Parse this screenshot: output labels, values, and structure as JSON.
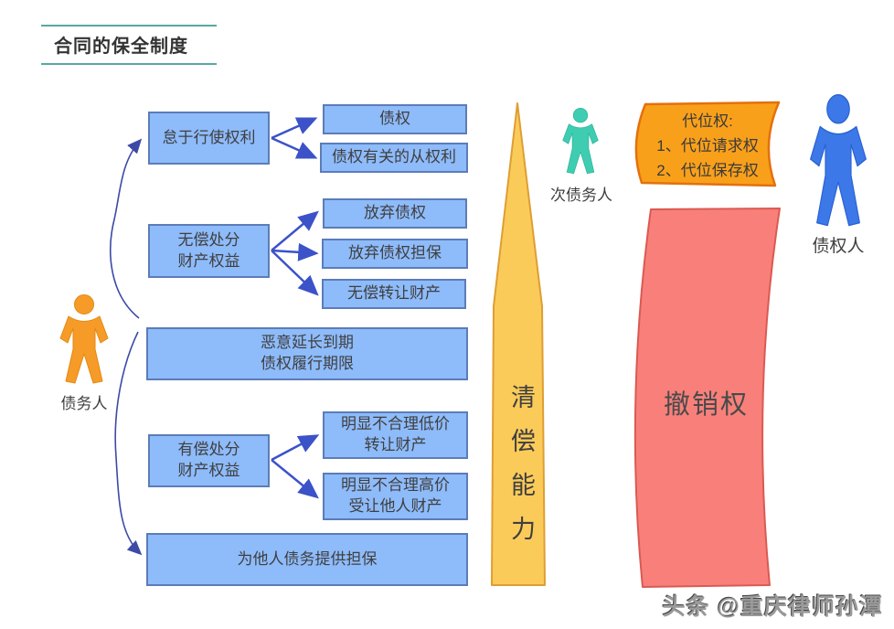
{
  "page": {
    "title": "合同的保全制度",
    "watermark": "头条 @重庆律师孙潭"
  },
  "colors": {
    "title_accent": "#58a8a3",
    "box_fill": "#8ebbfa",
    "box_border": "#5c7cb8",
    "arrow_blue": "#3b52c9",
    "connector_indigo": "#3c4aa6",
    "capacity_fill": "#fbcb5a",
    "capacity_border": "#de9e33",
    "subrogation_fill": "#f9a01b",
    "subrogation_border": "#e4700d",
    "revocation_fill": "#f9807a",
    "revocation_border": "#da5a52",
    "debtor_color": "#f79b28",
    "sub_debtor_color": "#3fcdb2",
    "creditor_color": "#3c78e8"
  },
  "actors": {
    "debtor": {
      "label": "债务人"
    },
    "sub_debtor": {
      "label": "次债务人"
    },
    "creditor": {
      "label": "债权人"
    }
  },
  "preservation": {
    "idle": {
      "label": "怠于行使权利",
      "children": {
        "claim": "债权",
        "accessory": "债权有关的从权利"
      }
    },
    "gratuitous": {
      "label": "无偿处分\n财产权益",
      "children": {
        "waive": "放弃债权",
        "waive_guarantee": "放弃债权担保",
        "transfer_free": "无偿转让财产"
      }
    },
    "malicious": {
      "label": "恶意延长到期\n债权履行期限"
    },
    "paid": {
      "label": "有偿处分\n财产权益",
      "children": {
        "low_price": "明显不合理低价\n转让财产",
        "high_price": "明显不合理高价\n受让他人财产"
      }
    },
    "guarantee": {
      "label": "为他人债务提供担保"
    }
  },
  "rights": {
    "capacity": {
      "label": "清偿能力"
    },
    "subrogation": {
      "title": "代位权:",
      "item1": "1、代位请求权",
      "item2": "2、代位保存权"
    },
    "revocation": {
      "label": "撤销权"
    }
  }
}
